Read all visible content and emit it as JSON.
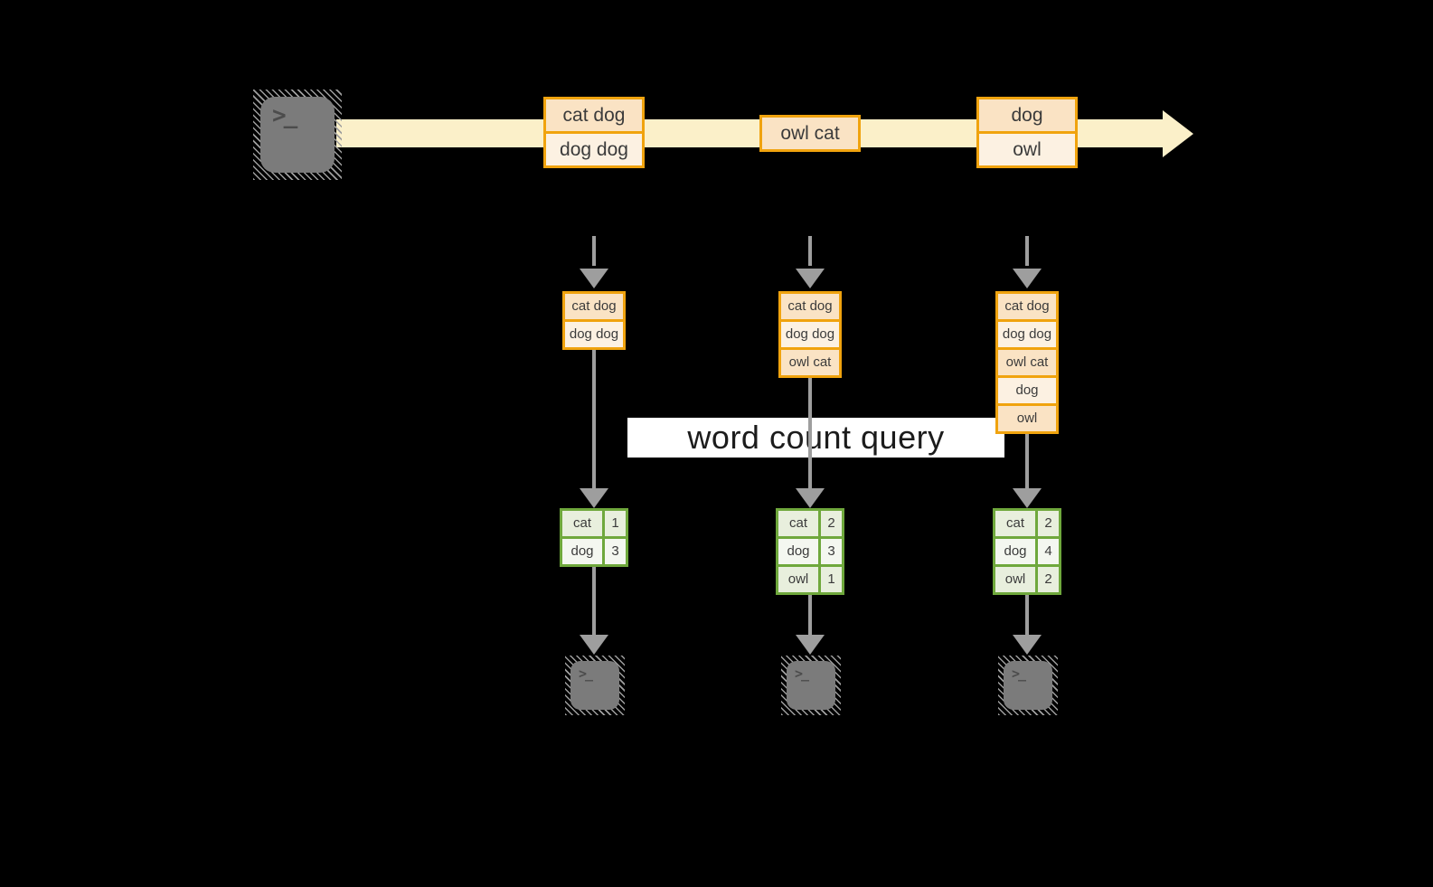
{
  "palette": {
    "background": "#000000",
    "stream_band": "#FBF0C9",
    "box_border_gold": "#F0A30E",
    "box_fill_peach": "#FAE3C4",
    "box_fill_cream": "#FCF1E2",
    "table_border_green": "#6FA83C",
    "table_cell_green": "#E8EFDD",
    "table_cell_light": "#F4F7F0",
    "arrow_gray": "#9E9E9E",
    "terminal_gray": "#7B7B7B",
    "query_band_bg": "#FFFFFF",
    "query_text": "#1C1C1C"
  },
  "icons": {
    "terminal_glyph": ">_"
  },
  "stream": {
    "batches": [
      {
        "lines": [
          "cat dog",
          "dog dog"
        ]
      },
      {
        "lines": [
          "owl cat"
        ]
      },
      {
        "lines": [
          "dog",
          "owl"
        ]
      }
    ]
  },
  "query": {
    "label": "word count query"
  },
  "columns": [
    {
      "state": [
        "cat dog",
        "dog dog"
      ],
      "counts": [
        {
          "word": "cat",
          "count": "1"
        },
        {
          "word": "dog",
          "count": "3"
        }
      ]
    },
    {
      "state": [
        "cat dog",
        "dog dog",
        "owl cat"
      ],
      "counts": [
        {
          "word": "cat",
          "count": "2"
        },
        {
          "word": "dog",
          "count": "3"
        },
        {
          "word": "owl",
          "count": "1"
        }
      ]
    },
    {
      "state": [
        "cat dog",
        "dog dog",
        "owl cat",
        "dog",
        "owl"
      ],
      "counts": [
        {
          "word": "cat",
          "count": "2"
        },
        {
          "word": "dog",
          "count": "4"
        },
        {
          "word": "owl",
          "count": "2"
        }
      ]
    }
  ]
}
